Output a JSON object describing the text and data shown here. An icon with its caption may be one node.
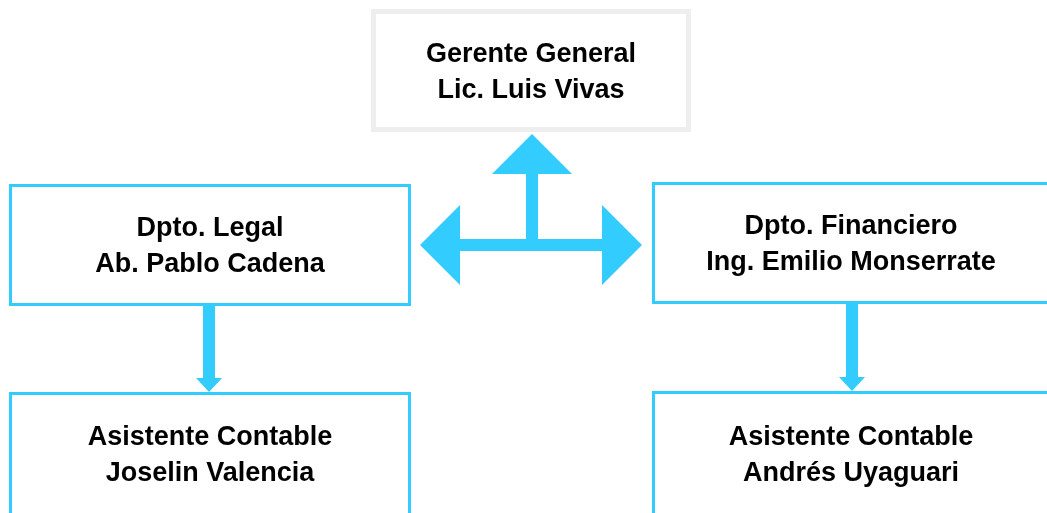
{
  "diagram": {
    "nodes": [
      {
        "text": [
          "Gerente General",
          "Lic. Luis Vivas"
        ]
      },
      {
        "text": [
          "Dpto. Legal",
          "Ab. Pablo Cadena"
        ]
      },
      {
        "text": [
          "Dpto. Financiero",
          "Ing. Emilio Monserrate"
        ]
      },
      {
        "text": [
          "Asistente Contable",
          "Joselin Valencia"
        ]
      },
      {
        "text": [
          "Asistente Contable",
          "Andrés Uyaguari"
        ]
      }
    ],
    "edges": [
      {
        "from": null,
        "to": 0,
        "arrow": "to"
      },
      {
        "from": null,
        "to": 1,
        "arrow": "to"
      },
      {
        "from": null,
        "to": 2,
        "arrow": "to"
      },
      {
        "from": 1,
        "to": 3,
        "arrow": "to"
      },
      {
        "from": 2,
        "to": 4,
        "arrow": "to"
      }
    ]
  }
}
